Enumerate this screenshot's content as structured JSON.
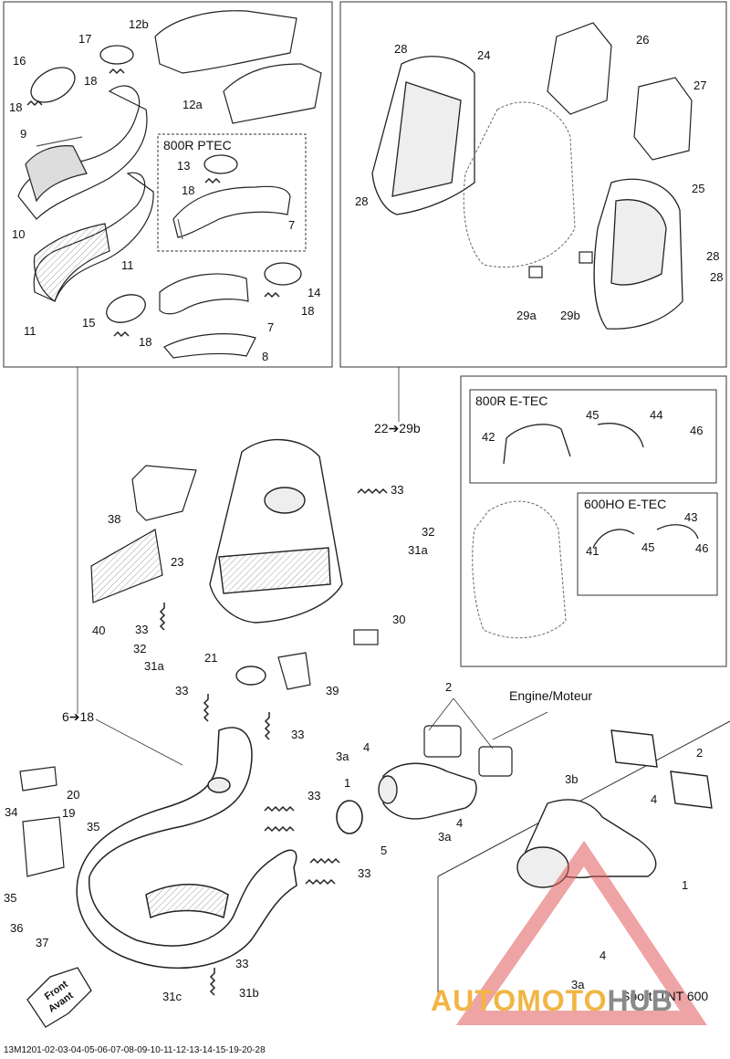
{
  "diagram": {
    "boxes": {
      "ptec": "800R PTEC",
      "etec800": "800R E-TEC",
      "etec600": "600HO E-TEC"
    },
    "notes": {
      "engine": "Engine/Moteur",
      "sport": "Sport, TNT 600",
      "ref_22_29b": "22➔29b",
      "ref_6_18": "6➔18",
      "front": "Front",
      "avant": "Avant"
    },
    "footer": "13M1201-02-03-04-05-06-07-08-09-10-11-12-13-14-15-19-20-28",
    "watermark": {
      "part1": "AUTOMOTO",
      "part2": "HUB"
    },
    "labels": [
      {
        "id": "l17",
        "text": "17"
      },
      {
        "id": "l12b",
        "text": "12b"
      },
      {
        "id": "l16",
        "text": "16"
      },
      {
        "id": "l18a",
        "text": "18"
      },
      {
        "id": "l18b",
        "text": "18"
      },
      {
        "id": "l9",
        "text": "9"
      },
      {
        "id": "l12a",
        "text": "12a"
      },
      {
        "id": "l13",
        "text": "13"
      },
      {
        "id": "l18c",
        "text": "18"
      },
      {
        "id": "l7a",
        "text": "7"
      },
      {
        "id": "l10",
        "text": "10"
      },
      {
        "id": "l11a",
        "text": "11"
      },
      {
        "id": "l14",
        "text": "14"
      },
      {
        "id": "l18d",
        "text": "18"
      },
      {
        "id": "l15",
        "text": "15"
      },
      {
        "id": "l11b",
        "text": "11"
      },
      {
        "id": "l18e",
        "text": "18"
      },
      {
        "id": "l7b",
        "text": "7"
      },
      {
        "id": "l8",
        "text": "8"
      },
      {
        "id": "l28a",
        "text": "28"
      },
      {
        "id": "l24",
        "text": "24"
      },
      {
        "id": "l26",
        "text": "26"
      },
      {
        "id": "l27",
        "text": "27"
      },
      {
        "id": "l28b",
        "text": "28"
      },
      {
        "id": "l25",
        "text": "25"
      },
      {
        "id": "l28c",
        "text": "28"
      },
      {
        "id": "l28d",
        "text": "28"
      },
      {
        "id": "l29a",
        "text": "29a"
      },
      {
        "id": "l29b",
        "text": "29b"
      },
      {
        "id": "l42",
        "text": "42"
      },
      {
        "id": "l45a",
        "text": "45"
      },
      {
        "id": "l44",
        "text": "44"
      },
      {
        "id": "l46a",
        "text": "46"
      },
      {
        "id": "l43",
        "text": "43"
      },
      {
        "id": "l41",
        "text": "41"
      },
      {
        "id": "l45b",
        "text": "45"
      },
      {
        "id": "l46b",
        "text": "46"
      },
      {
        "id": "l38",
        "text": "38"
      },
      {
        "id": "l33a",
        "text": "33"
      },
      {
        "id": "l32a",
        "text": "32"
      },
      {
        "id": "l31a1",
        "text": "31a"
      },
      {
        "id": "l23",
        "text": "23"
      },
      {
        "id": "l40",
        "text": "40"
      },
      {
        "id": "l33b",
        "text": "33"
      },
      {
        "id": "l32b",
        "text": "32"
      },
      {
        "id": "l31a2",
        "text": "31a"
      },
      {
        "id": "l30",
        "text": "30"
      },
      {
        "id": "l21",
        "text": "21"
      },
      {
        "id": "l39",
        "text": "39"
      },
      {
        "id": "l33c",
        "text": "33"
      },
      {
        "id": "l33d",
        "text": "33"
      },
      {
        "id": "l2a",
        "text": "2"
      },
      {
        "id": "l4a",
        "text": "4"
      },
      {
        "id": "l3a1",
        "text": "3a"
      },
      {
        "id": "l1a",
        "text": "1"
      },
      {
        "id": "l4b",
        "text": "4"
      },
      {
        "id": "l3a2",
        "text": "3a"
      },
      {
        "id": "l20",
        "text": "20"
      },
      {
        "id": "l19",
        "text": "19"
      },
      {
        "id": "l34",
        "text": "34"
      },
      {
        "id": "l35a",
        "text": "35"
      },
      {
        "id": "l33e",
        "text": "33"
      },
      {
        "id": "l5",
        "text": "5"
      },
      {
        "id": "l33f",
        "text": "33"
      },
      {
        "id": "l35b",
        "text": "35"
      },
      {
        "id": "l36",
        "text": "36"
      },
      {
        "id": "l37",
        "text": "37"
      },
      {
        "id": "l33g",
        "text": "33"
      },
      {
        "id": "l31c",
        "text": "31c"
      },
      {
        "id": "l31b",
        "text": "31b"
      },
      {
        "id": "l2b",
        "text": "2"
      },
      {
        "id": "l3b",
        "text": "3b"
      },
      {
        "id": "l4c",
        "text": "4"
      },
      {
        "id": "l1b",
        "text": "1"
      },
      {
        "id": "l4d",
        "text": "4"
      },
      {
        "id": "l3a3",
        "text": "3a"
      }
    ]
  }
}
